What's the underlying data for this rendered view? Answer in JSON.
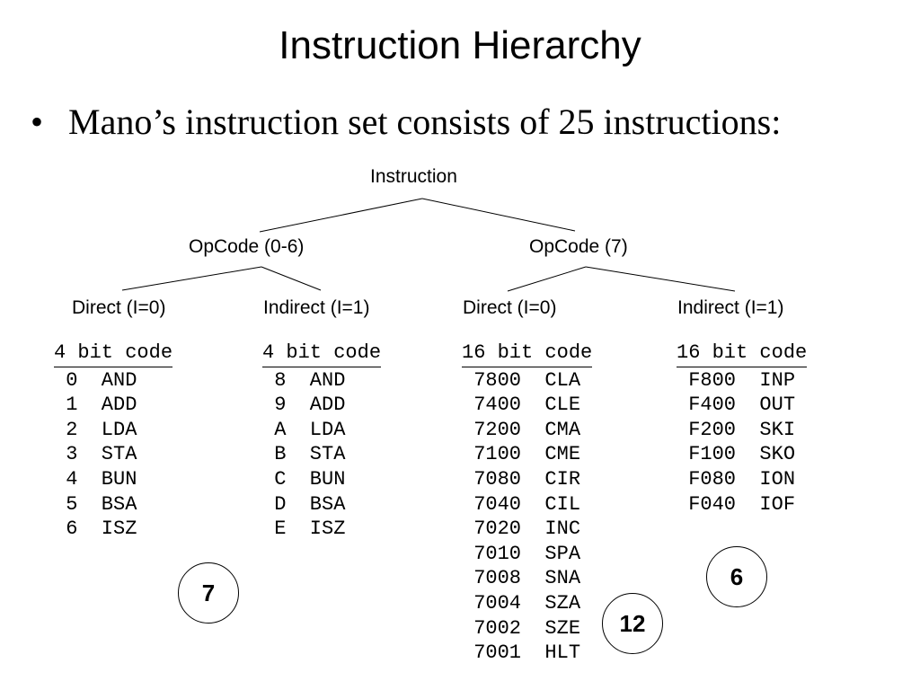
{
  "title": "Instruction Hierarchy",
  "bullet": {
    "symbol": "•",
    "text": "Mano’s instruction set consists of 25 instructions:"
  },
  "tree": {
    "root": "Instruction",
    "opcode_0_6": "OpCode (0-6)",
    "opcode_7": "OpCode (7)",
    "leaves": [
      "Direct (I=0)",
      "Indirect (I=1)",
      "Direct (I=0)",
      "Indirect (I=1)"
    ]
  },
  "columns": [
    {
      "header": "4 bit code",
      "rows": [
        " 0  AND",
        " 1  ADD",
        " 2  LDA",
        " 3  STA",
        " 4  BUN",
        " 5  BSA",
        " 6  ISZ"
      ]
    },
    {
      "header": "4 bit code",
      "rows": [
        " 8  AND",
        " 9  ADD",
        " A  LDA",
        " B  STA",
        " C  BUN",
        " D  BSA",
        " E  ISZ"
      ]
    },
    {
      "header": "16 bit code",
      "rows": [
        " 7800  CLA",
        " 7400  CLE",
        " 7200  CMA",
        " 7100  CME",
        " 7080  CIR",
        " 7040  CIL",
        " 7020  INC",
        " 7010  SPA",
        " 7008  SNA",
        " 7004  SZA",
        " 7002  SZE",
        " 7001  HLT"
      ]
    },
    {
      "header": "16 bit code",
      "rows": [
        " F800  INP",
        " F400  OUT",
        " F200  SKI",
        " F100  SKO",
        " F080  ION",
        " F040  IOF"
      ]
    }
  ],
  "badges": [
    "7",
    "12",
    "6"
  ]
}
